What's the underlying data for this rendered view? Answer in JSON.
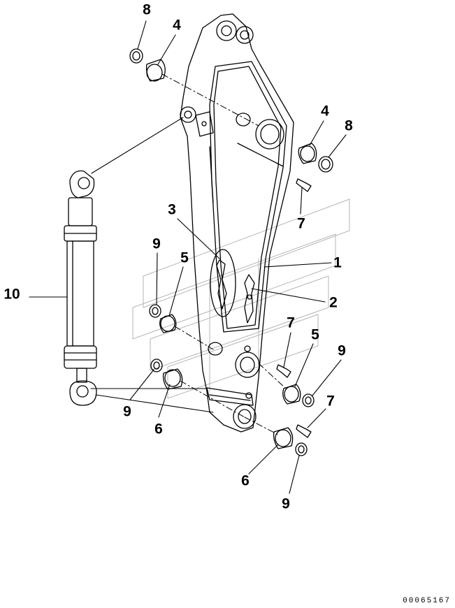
{
  "diagram": {
    "callouts": [
      {
        "id": "c8a",
        "label": "8"
      },
      {
        "id": "c4a",
        "label": "4"
      },
      {
        "id": "c4b",
        "label": "4"
      },
      {
        "id": "c8b",
        "label": "8"
      },
      {
        "id": "c7a",
        "label": "7"
      },
      {
        "id": "c3",
        "label": "3"
      },
      {
        "id": "c9a",
        "label": "9"
      },
      {
        "id": "c5a",
        "label": "5"
      },
      {
        "id": "c1",
        "label": "1"
      },
      {
        "id": "c2",
        "label": "2"
      },
      {
        "id": "c10",
        "label": "10"
      },
      {
        "id": "c7b",
        "label": "7"
      },
      {
        "id": "c5b",
        "label": "5"
      },
      {
        "id": "c9b",
        "label": "9"
      },
      {
        "id": "c9c",
        "label": "9"
      },
      {
        "id": "c6a",
        "label": "6"
      },
      {
        "id": "c7c",
        "label": "7"
      },
      {
        "id": "c6b",
        "label": "6"
      },
      {
        "id": "c9d",
        "label": "9"
      }
    ],
    "document_number": "00065167"
  }
}
